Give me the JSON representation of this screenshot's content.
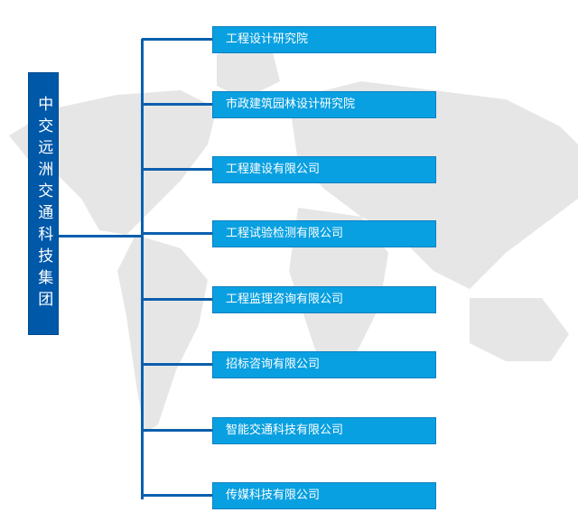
{
  "root": {
    "label": "中交远洲交通科技集团"
  },
  "children": [
    {
      "label": "工程设计研究院"
    },
    {
      "label": "市政建筑园林设计研究院"
    },
    {
      "label": "工程建设有限公司"
    },
    {
      "label": "工程试验检测有限公司"
    },
    {
      "label": "工程监理咨询有限公司"
    },
    {
      "label": "招标咨询有限公司"
    },
    {
      "label": "智能交通科技有限公司"
    },
    {
      "label": "传媒科技有限公司"
    }
  ],
  "colors": {
    "root": "#0058a9",
    "child": "#09a0e1",
    "connector": "#0b5fad",
    "map": "#e4e4e4"
  }
}
